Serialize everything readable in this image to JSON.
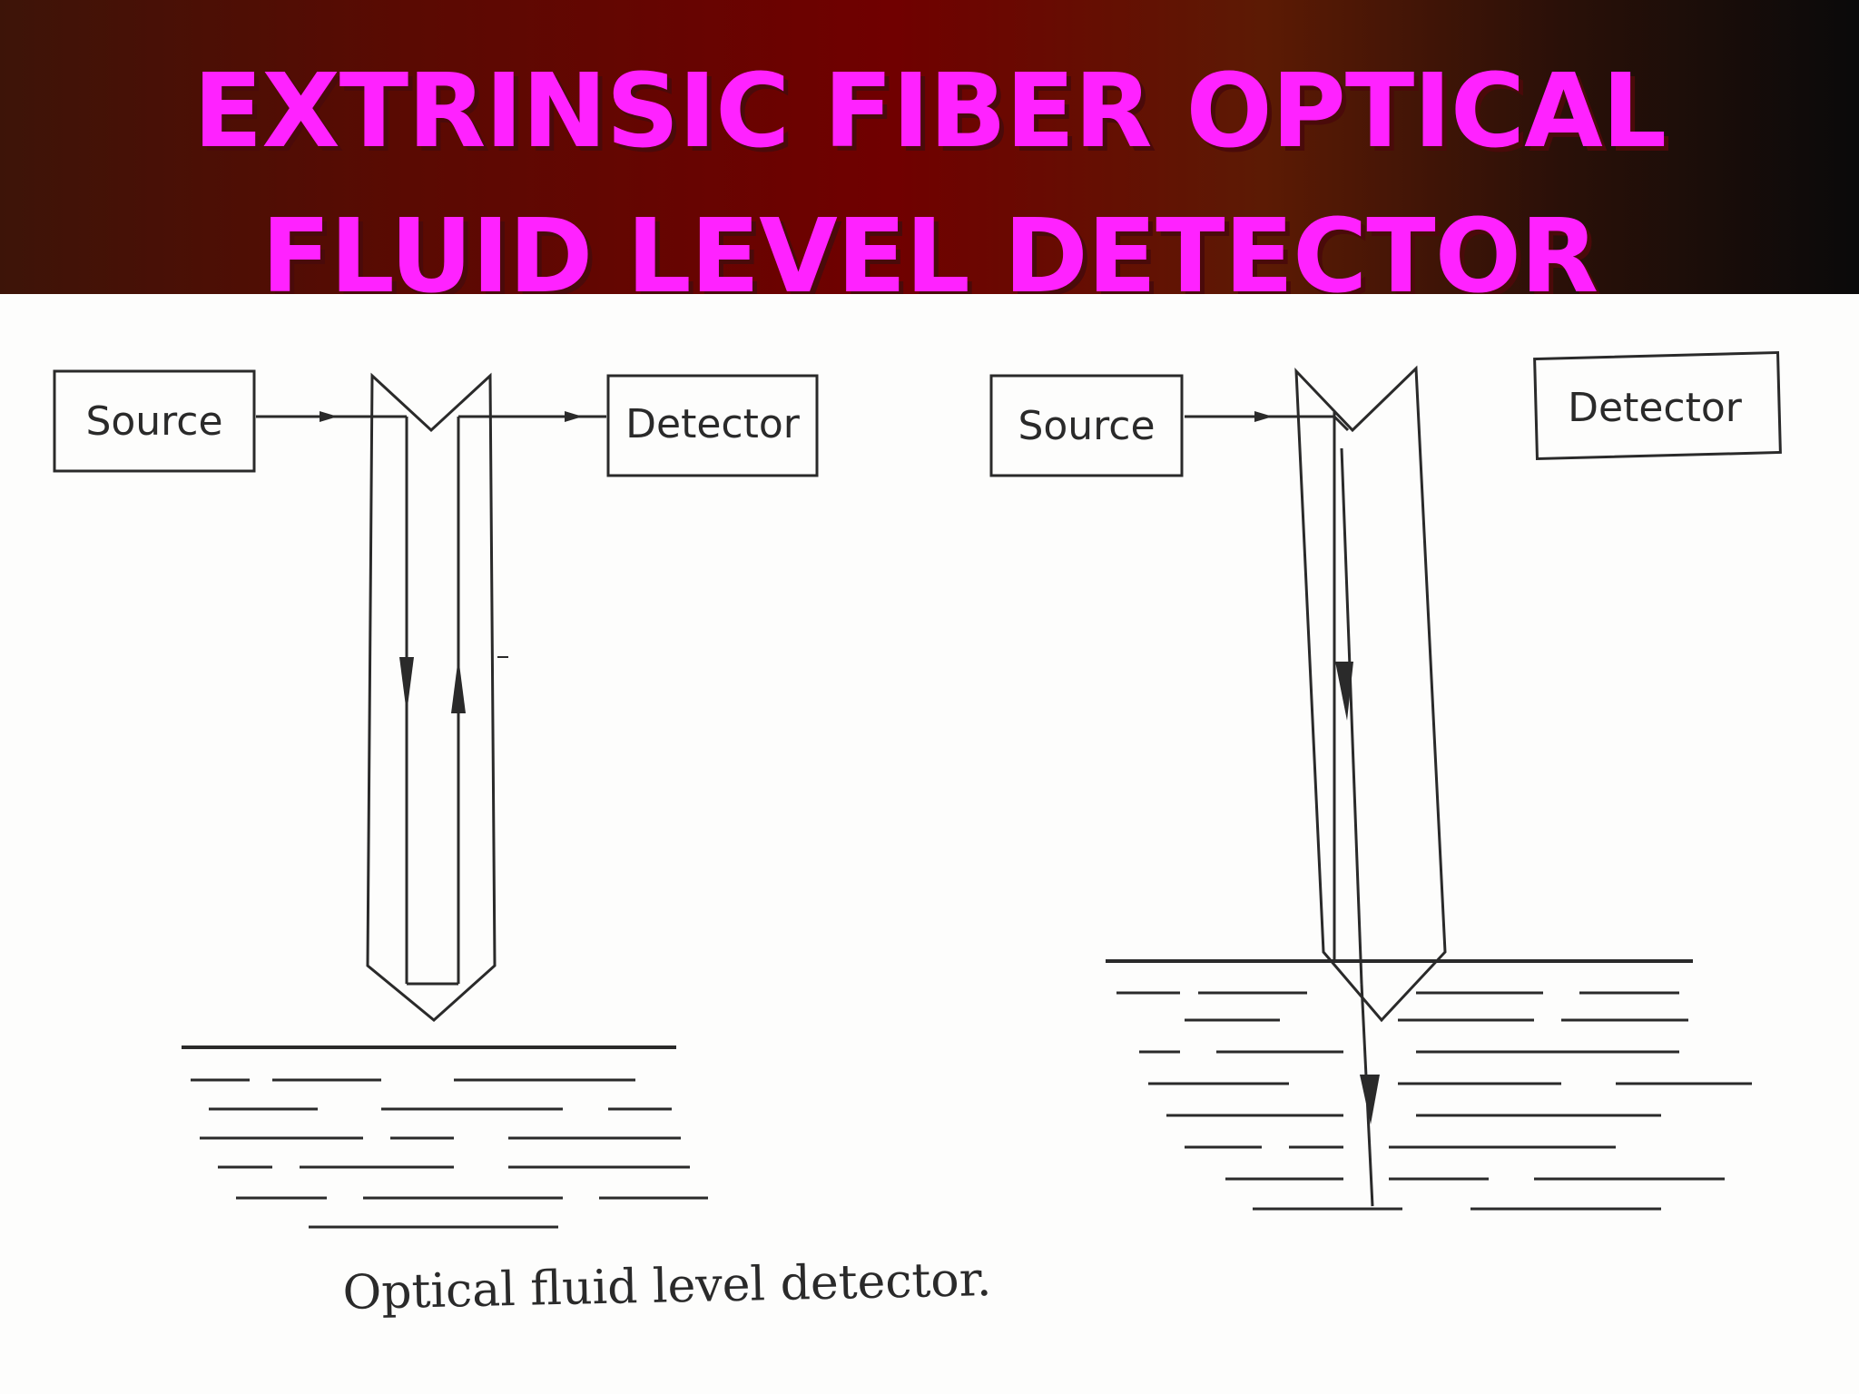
{
  "title": {
    "line1": "EXTRINSIC FIBER OPTICAL",
    "line2": "FLUID LEVEL DETECTOR"
  },
  "colors": {
    "title_text": "#ff22ff",
    "title_shadow": "#4a0a0a",
    "banner_gradient": [
      "#3d1408",
      "#700000",
      "#0a0a0a"
    ],
    "ink": "#2a2a2a"
  },
  "diagram": {
    "left": {
      "source_label": "Source",
      "detector_label": "Detector"
    },
    "right": {
      "source_label": "Source",
      "detector_label": "Detector"
    },
    "caption": "Optical fluid level detector."
  }
}
